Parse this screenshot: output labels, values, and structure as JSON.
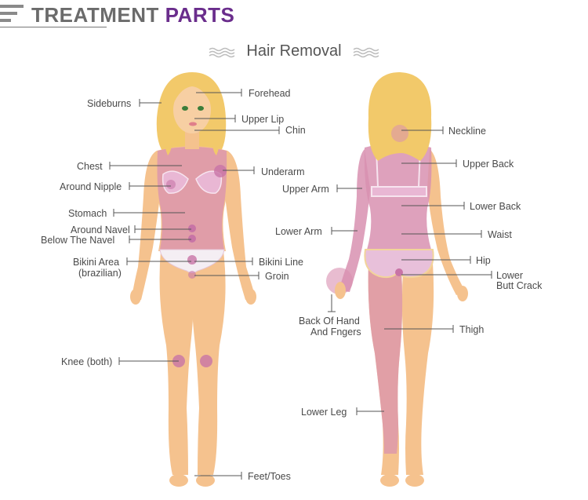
{
  "header": {
    "title_part1": "TREATMENT",
    "title_part2": "PARTS"
  },
  "subtitle": "Hair Removal",
  "colors": {
    "accent": "#6a2d8c",
    "skin": "#f5c28e",
    "treat": "#d890b0",
    "hair": "#f2c96a",
    "spot": "#c874a6"
  },
  "front_labels": {
    "sideburns": "Sideburns",
    "forehead": "Forehead",
    "upper_lip": "Upper Lip",
    "chin": "Chin",
    "chest": "Chest",
    "underarm": "Underarm",
    "around_nipple": "Around Nipple",
    "stomach": "Stomach",
    "around_navel": "Around Navel",
    "below_navel": "Below The Navel",
    "bikini_area_1": "Bikini Area",
    "bikini_area_2": "(brazilian)",
    "bikini_line": "Bikini Line",
    "groin": "Groin",
    "knee": "Knee (both)",
    "feet": "Feet/Toes"
  },
  "back_labels": {
    "neckline": "Neckline",
    "upper_back": "Upper Back",
    "upper_arm": "Upper Arm",
    "lower_back": "Lower Back",
    "lower_arm": "Lower Arm",
    "waist": "Waist",
    "hip": "Hip",
    "lower_butt_1": "Lower",
    "lower_butt_2": "Butt Crack",
    "back_hand_1": "Back Of Hand",
    "back_hand_2": "And Fngers",
    "thigh": "Thigh",
    "lower_leg": "Lower Leg"
  }
}
